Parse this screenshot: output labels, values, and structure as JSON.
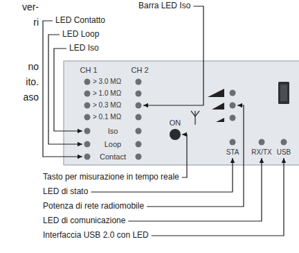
{
  "diagram": {
    "labels": [
      "ver-",
      "ri",
      "no",
      "ito.",
      "aso",
      "Barra LED Iso",
      "LED Contatto",
      "LED Loop",
      "LED Iso",
      "CH 1",
      "CH 2",
      "> 3.0 MΩ",
      "> 1.0 MΩ",
      "> 0.3 MΩ",
      "> 0.1 MΩ",
      "Iso",
      "Loop",
      "Contact",
      "ON",
      "STA",
      "RX/TX",
      "USB",
      "Tasto per misurazione in tempo reale",
      "LED di stato",
      "Potenza di rete radiomobile",
      "LED di comunicazione",
      "Interfaccia USB 2.0 con LED"
    ]
  }
}
